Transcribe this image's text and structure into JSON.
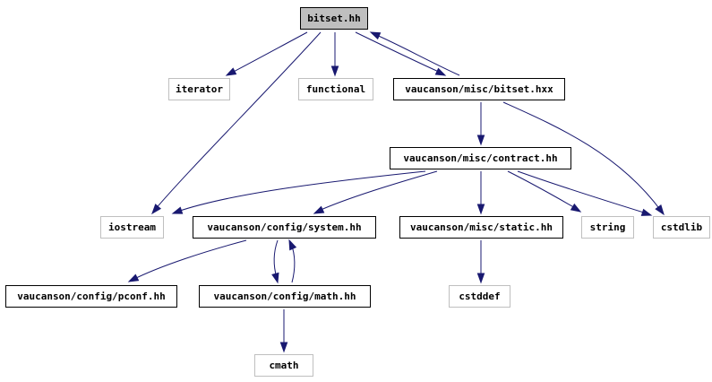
{
  "colors": {
    "root_fill": "#bfbfbf",
    "internal_border": "#000000",
    "external_border": "#bfbfbf",
    "text": "#000000",
    "edge": "#191970"
  },
  "nodes": [
    {
      "id": "bitset_hh",
      "label": "bitset.hh",
      "kind": "root"
    },
    {
      "id": "iterator",
      "label": "iterator",
      "kind": "external"
    },
    {
      "id": "functional",
      "label": "functional",
      "kind": "external"
    },
    {
      "id": "bitset_hxx",
      "label": "vaucanson/misc/bitset.hxx",
      "kind": "internal"
    },
    {
      "id": "contract_hh",
      "label": "vaucanson/misc/contract.hh",
      "kind": "internal"
    },
    {
      "id": "iostream",
      "label": "iostream",
      "kind": "external"
    },
    {
      "id": "system_hh",
      "label": "vaucanson/config/system.hh",
      "kind": "internal"
    },
    {
      "id": "static_hh",
      "label": "vaucanson/misc/static.hh",
      "kind": "internal"
    },
    {
      "id": "string",
      "label": "string",
      "kind": "external"
    },
    {
      "id": "cstdlib",
      "label": "cstdlib",
      "kind": "external"
    },
    {
      "id": "pconf_hh",
      "label": "vaucanson/config/pconf.hh",
      "kind": "internal"
    },
    {
      "id": "math_hh",
      "label": "vaucanson/config/math.hh",
      "kind": "internal"
    },
    {
      "id": "cstddef",
      "label": "cstddef",
      "kind": "external"
    },
    {
      "id": "cmath",
      "label": "cmath",
      "kind": "external"
    }
  ],
  "edges": [
    {
      "from": "bitset_hh",
      "to": "iterator"
    },
    {
      "from": "bitset_hh",
      "to": "functional"
    },
    {
      "from": "bitset_hh",
      "to": "iostream"
    },
    {
      "from": "bitset_hh",
      "to": "bitset_hxx"
    },
    {
      "from": "bitset_hxx",
      "to": "bitset_hh"
    },
    {
      "from": "bitset_hxx",
      "to": "contract_hh"
    },
    {
      "from": "bitset_hxx",
      "to": "cstdlib"
    },
    {
      "from": "contract_hh",
      "to": "iostream"
    },
    {
      "from": "contract_hh",
      "to": "system_hh"
    },
    {
      "from": "contract_hh",
      "to": "static_hh"
    },
    {
      "from": "contract_hh",
      "to": "string"
    },
    {
      "from": "contract_hh",
      "to": "cstdlib"
    },
    {
      "from": "system_hh",
      "to": "pconf_hh"
    },
    {
      "from": "system_hh",
      "to": "math_hh"
    },
    {
      "from": "math_hh",
      "to": "system_hh"
    },
    {
      "from": "static_hh",
      "to": "cstddef"
    },
    {
      "from": "math_hh",
      "to": "cmath"
    }
  ]
}
